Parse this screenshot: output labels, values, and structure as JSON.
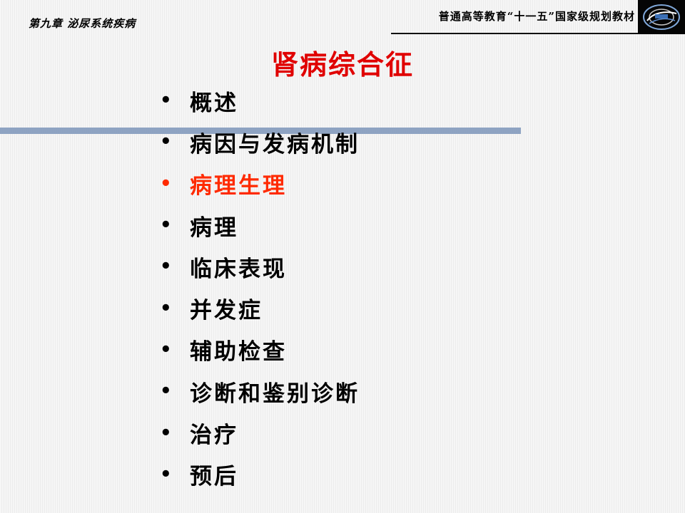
{
  "header": {
    "chapter": "第九章  泌尿系统疾病",
    "series": "普通高等教育“十一五”国家级规划教材"
  },
  "colors": {
    "title": "#e00000",
    "active": "#ff2a00",
    "text": "#000000",
    "bar": "#8ea3c2"
  },
  "title": "肾病综合征",
  "menu": {
    "bullet": "•",
    "items": [
      {
        "label": "概述",
        "active": false
      },
      {
        "label": "病因与发病机制",
        "active": false
      },
      {
        "label": "病理生理",
        "active": true
      },
      {
        "label": "病理",
        "active": false
      },
      {
        "label": "临床表现",
        "active": false
      },
      {
        "label": "并发症",
        "active": false
      },
      {
        "label": "辅助检查",
        "active": false
      },
      {
        "label": "诊断和鉴别诊断",
        "active": false
      },
      {
        "label": "治疗",
        "active": false
      },
      {
        "label": "预后",
        "active": false
      }
    ]
  }
}
